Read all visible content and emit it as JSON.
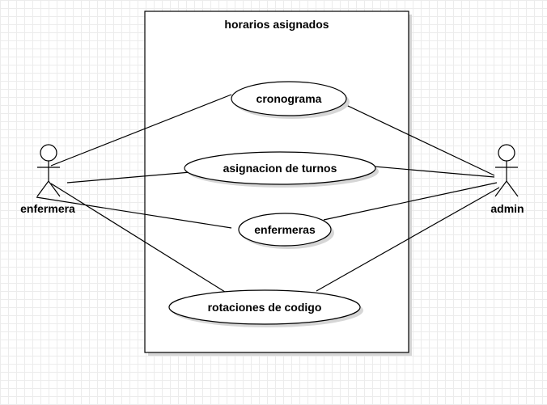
{
  "system": {
    "title": "horarios asignados"
  },
  "actors": {
    "enfermera": {
      "label": "enfermera"
    },
    "admin": {
      "label": "admin"
    }
  },
  "use_cases": {
    "cronograma": {
      "label": "cronograma"
    },
    "asignacion": {
      "label": "asignacion de turnos"
    },
    "enfermeras": {
      "label": "enfermeras"
    },
    "rotaciones": {
      "label": "rotaciones de codigo"
    }
  },
  "associations": [
    {
      "actor": "enfermera",
      "use_case": "cronograma"
    },
    {
      "actor": "enfermera",
      "use_case": "asignacion de turnos"
    },
    {
      "actor": "enfermera",
      "use_case": "enfermeras"
    },
    {
      "actor": "enfermera",
      "use_case": "rotaciones de codigo"
    },
    {
      "actor": "admin",
      "use_case": "cronograma"
    },
    {
      "actor": "admin",
      "use_case": "asignacion de turnos"
    },
    {
      "actor": "admin",
      "use_case": "enfermeras"
    },
    {
      "actor": "admin",
      "use_case": "rotaciones de codigo"
    }
  ],
  "colors": {
    "stroke": "#000000",
    "fill": "#ffffff",
    "shadow": "#d6d6d6",
    "grid": "#ececec"
  }
}
